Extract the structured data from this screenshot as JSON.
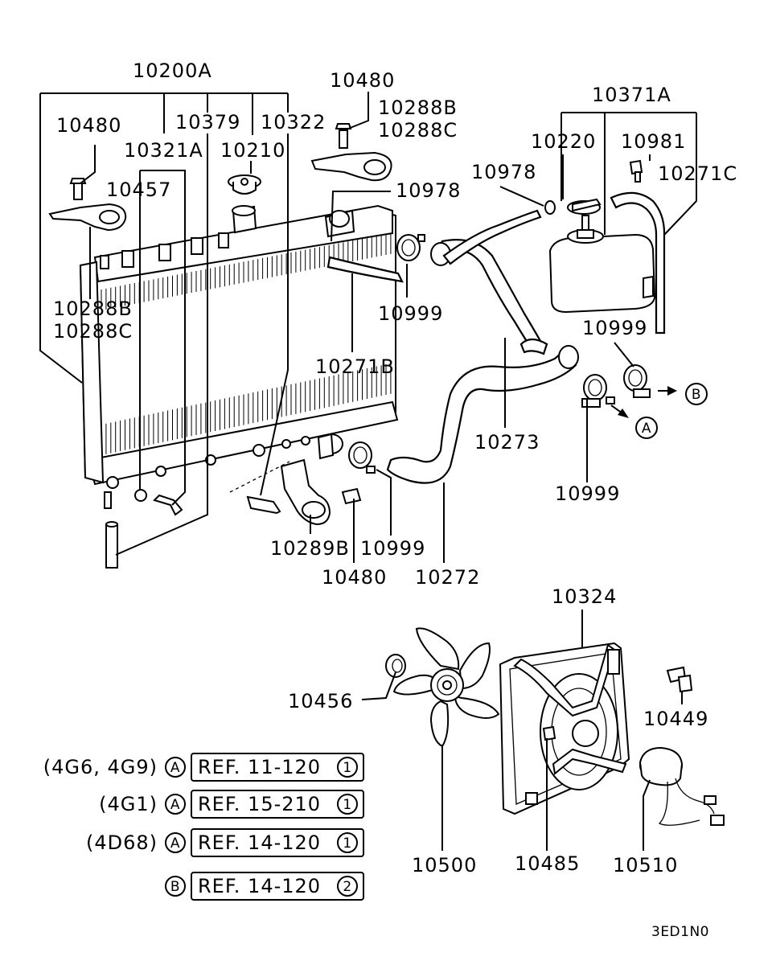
{
  "diagram": {
    "code": "3ED1N0",
    "part_labels": [
      "10200A",
      "10480",
      "10288B",
      "10288C",
      "10379",
      "10322",
      "10321A",
      "10210",
      "10457",
      "10978",
      "10220",
      "10981",
      "10371A",
      "10271C",
      "10999",
      "10288B",
      "10288C",
      "10271B",
      "10273",
      "10289B",
      "10480",
      "10272",
      "10999",
      "10999",
      "10324",
      "10456",
      "10449",
      "10500",
      "10485",
      "10510",
      "10480",
      "10999",
      "10978"
    ],
    "markers": {
      "a": "A",
      "b": "B"
    },
    "references": [
      {
        "engine": "(4G6, 4G9)",
        "marker": "A",
        "ref": "REF. 11-120",
        "num": "1"
      },
      {
        "engine": "(4G1)",
        "marker": "A",
        "ref": "REF. 15-210",
        "num": "1"
      },
      {
        "engine": "(4D68)",
        "marker": "A",
        "ref": "REF. 14-120",
        "num": "1"
      },
      {
        "engine": "",
        "marker": "B",
        "ref": "REF. 14-120",
        "num": "2"
      }
    ]
  }
}
